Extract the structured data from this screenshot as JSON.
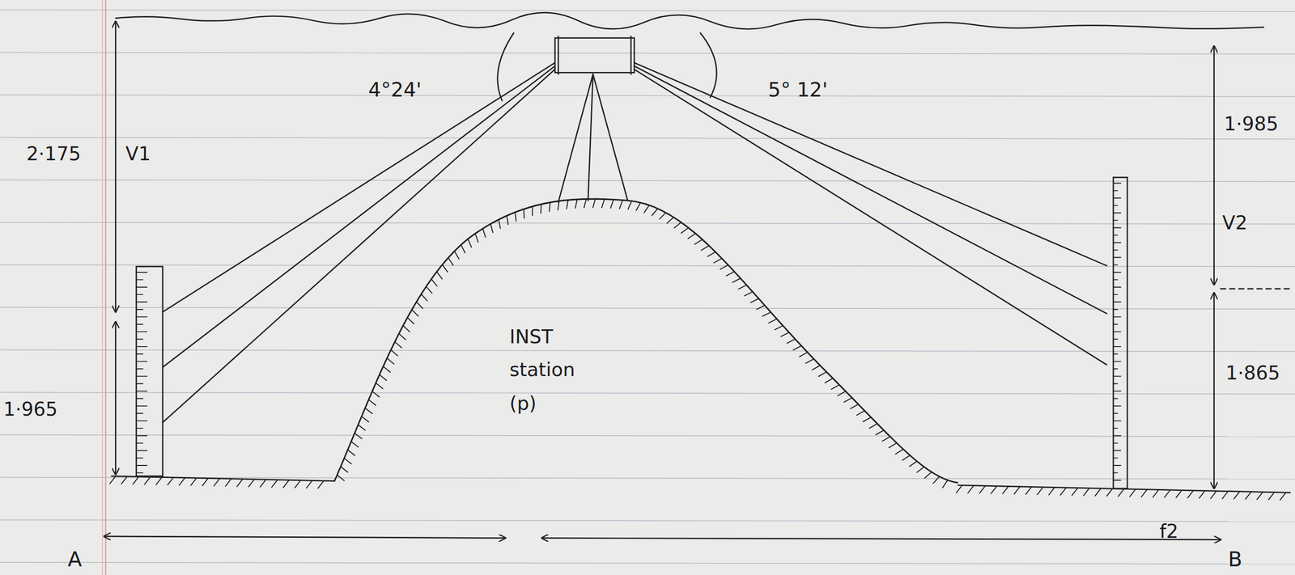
{
  "diagram": {
    "nodes": [
      {
        "text": [
          "INST station (p)"
        ]
      }
    ],
    "labels": [
      "4°24'",
      "5° 12'",
      "2·175",
      "V1",
      "1·965",
      "1·985",
      "V2",
      "1·865",
      "f2",
      "A",
      "B"
    ]
  }
}
